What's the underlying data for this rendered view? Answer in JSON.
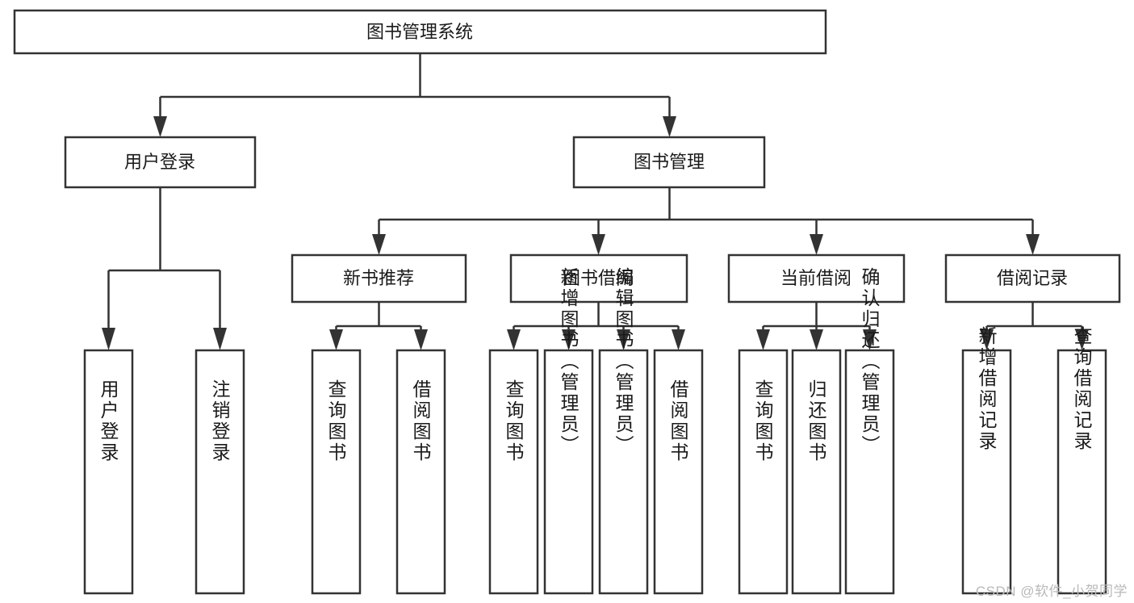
{
  "diagram": {
    "title": "图书管理系统",
    "type": "tree-hierarchy",
    "colors": {
      "box_stroke": "#333333",
      "box_fill": "#ffffff",
      "text": "#1a1a1a",
      "background": "#ffffff",
      "watermark": "#b9b9b9"
    },
    "root": {
      "label": "图书管理系统"
    },
    "level2": [
      {
        "label": "用户登录"
      },
      {
        "label": "图书管理"
      }
    ],
    "level3": [
      {
        "label": "新书推荐"
      },
      {
        "label": "图书借阅"
      },
      {
        "label": "当前借阅"
      },
      {
        "label": "借阅记录"
      }
    ],
    "leaves_user_login": [
      {
        "label": "用户登录"
      },
      {
        "label": "注销登录"
      }
    ],
    "leaves_new_book": [
      {
        "label": "查询图书"
      },
      {
        "label": "借阅图书"
      }
    ],
    "leaves_borrow": [
      {
        "label": "查询图书"
      },
      {
        "label": "新增图书（管理员）"
      },
      {
        "label": "编辑图书（管理员）"
      },
      {
        "label": "借阅图书"
      }
    ],
    "leaves_current": [
      {
        "label": "查询图书"
      },
      {
        "label": "归还图书"
      },
      {
        "label": "确认归还（管理员）"
      }
    ],
    "leaves_records": [
      {
        "label": "新增借阅记录"
      },
      {
        "label": "查询借阅记录"
      }
    ]
  },
  "watermark": {
    "text": "CSDN @软件_小贺同学"
  }
}
